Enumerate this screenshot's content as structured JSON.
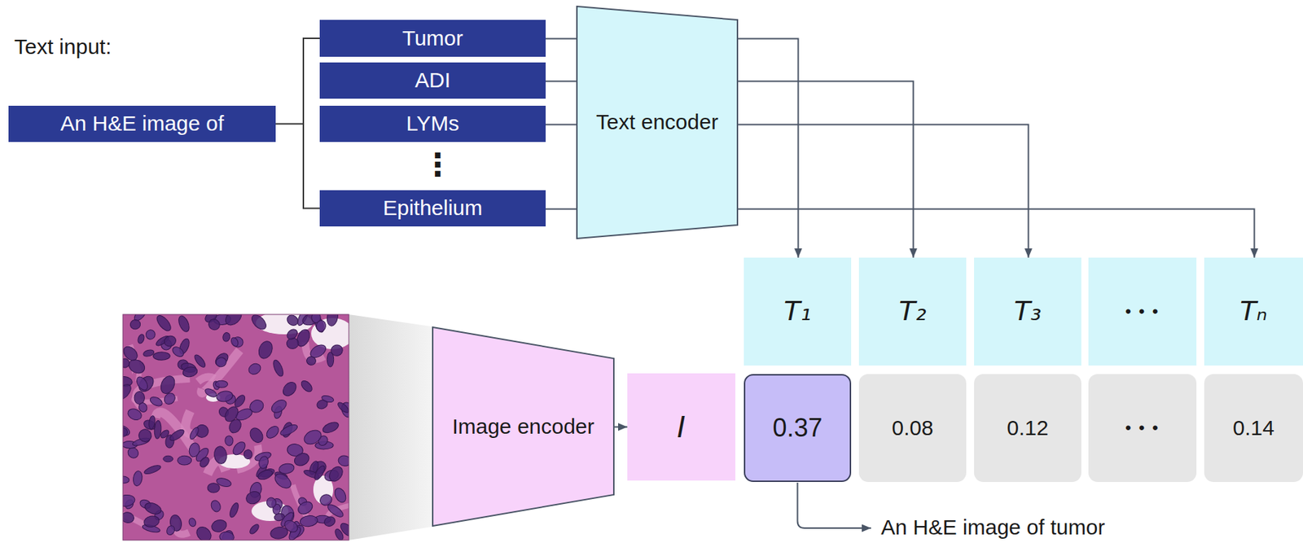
{
  "diagram": {
    "nodes": [
      {
        "text": [
          "An H&E image of"
        ]
      },
      {
        "text": [
          "Tumor"
        ]
      },
      {
        "text": [
          "ADI"
        ]
      },
      {
        "text": [
          "LYMs"
        ]
      },
      {
        "text": [
          "Epithelium"
        ]
      },
      {
        "text": [
          "Text encoder"
        ]
      },
      {
        "text": [
          "T₁"
        ]
      },
      {
        "text": [
          "T₂"
        ]
      },
      {
        "text": [
          "T₃"
        ]
      },
      {
        "text": [
          "• • •"
        ]
      },
      {
        "text": [
          "Tₙ"
        ]
      },
      {
        "text": [
          "Image encoder"
        ]
      },
      {
        "text": [
          "I"
        ]
      },
      {
        "text": [
          "0.37"
        ]
      },
      {
        "text": [
          "0.08"
        ]
      },
      {
        "text": [
          "0.12"
        ]
      },
      {
        "text": [
          "• • •"
        ]
      },
      {
        "text": [
          "0.14"
        ]
      }
    ],
    "edges": [
      {
        "from": 1,
        "to": 5,
        "arrow": "none"
      },
      {
        "from": 2,
        "to": 5,
        "arrow": "none"
      },
      {
        "from": 3,
        "to": 5,
        "arrow": "none"
      },
      {
        "from": 4,
        "to": 5,
        "arrow": "none"
      },
      {
        "from": 5,
        "to": 6,
        "arrow": "to"
      },
      {
        "from": 5,
        "to": 7,
        "arrow": "to"
      },
      {
        "from": 5,
        "to": 8,
        "arrow": "to"
      },
      {
        "from": 5,
        "to": 10,
        "arrow": "to"
      },
      {
        "from": 11,
        "to": 12,
        "arrow": "to"
      }
    ],
    "labels": [
      "Text input:",
      "⋮",
      "An H&E image of tumor"
    ]
  }
}
